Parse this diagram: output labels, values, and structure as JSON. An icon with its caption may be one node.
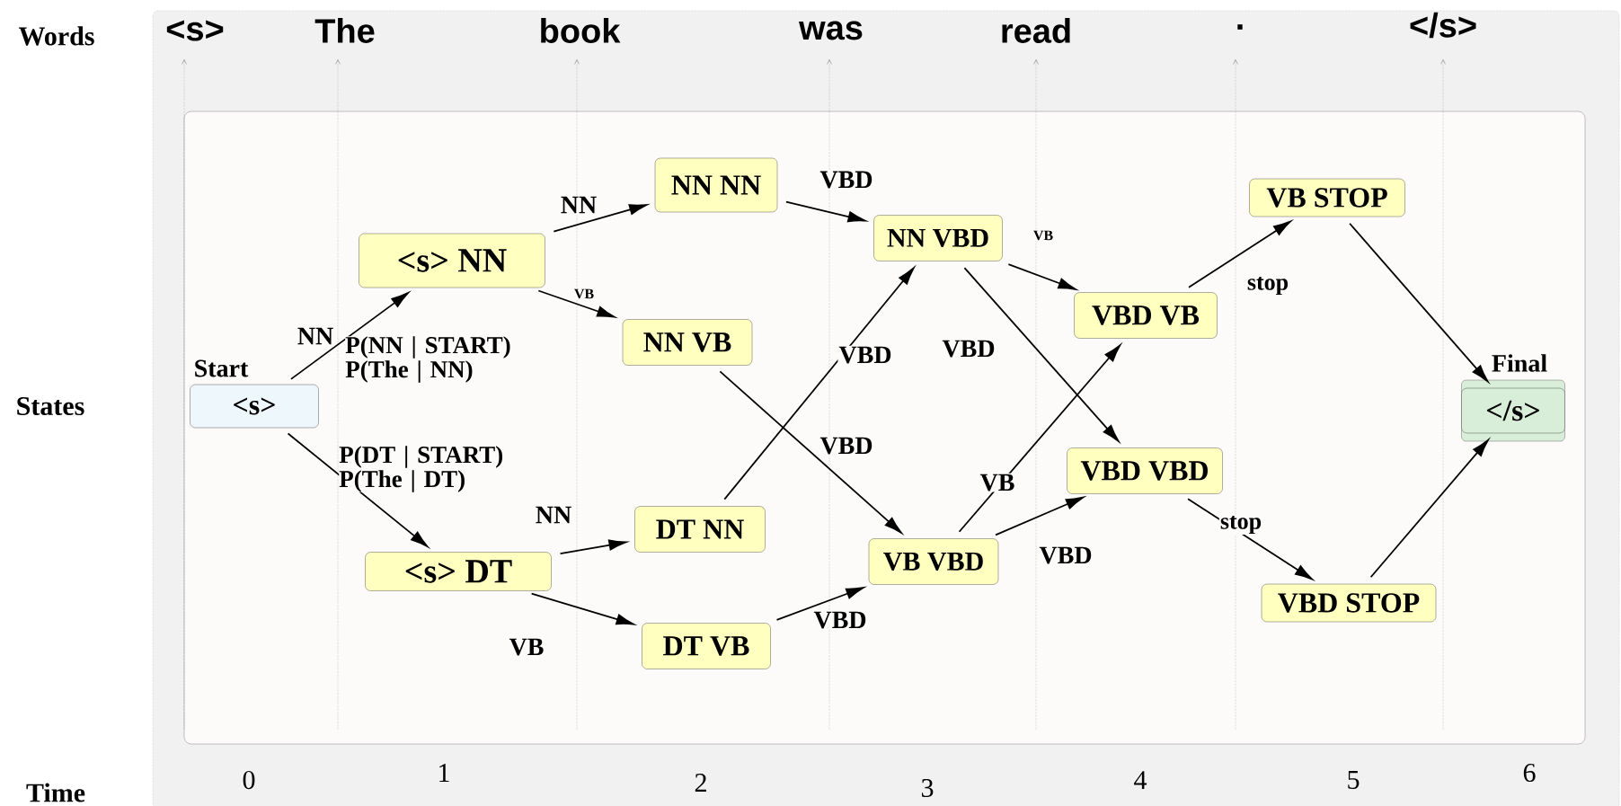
{
  "diagram": {
    "nodes": [
      {
        "text": [
          "<s>"
        ],
        "beside": [
          "Start"
        ]
      },
      {
        "text": [
          "<s> NN"
        ]
      },
      {
        "text": [
          "<s> DT"
        ]
      },
      {
        "text": [
          "NN NN"
        ]
      },
      {
        "text": [
          "NN VB"
        ]
      },
      {
        "text": [
          "DT NN"
        ]
      },
      {
        "text": [
          "DT VB"
        ]
      },
      {
        "text": [
          "NN VBD"
        ]
      },
      {
        "text": [
          "VB VBD"
        ]
      },
      {
        "text": [
          "VBD VB"
        ]
      },
      {
        "text": [
          "VBD VBD"
        ]
      },
      {
        "text": [
          "VB STOP"
        ]
      },
      {
        "text": [
          "VBD STOP"
        ]
      },
      {
        "text": [
          "</s>"
        ],
        "beside": [
          "Final"
        ]
      }
    ],
    "edges": [
      {
        "from": 0,
        "to": 1,
        "arrow": "to",
        "label": "NN"
      },
      {
        "from": 0,
        "to": 2,
        "arrow": "to"
      },
      {
        "from": 1,
        "to": 3,
        "arrow": "to",
        "label": "NN"
      },
      {
        "from": 1,
        "to": 4,
        "arrow": "to",
        "label": "VB"
      },
      {
        "from": 2,
        "to": 5,
        "arrow": "to",
        "label": "NN"
      },
      {
        "from": 2,
        "to": 6,
        "arrow": "to",
        "label": "VB"
      },
      {
        "from": 3,
        "to": 7,
        "arrow": "to",
        "label": "VBD"
      },
      {
        "from": 4,
        "to": 8,
        "arrow": "to",
        "label": "VBD"
      },
      {
        "from": 5,
        "to": 7,
        "arrow": "to",
        "label": "VBD"
      },
      {
        "from": 6,
        "to": 8,
        "arrow": "to",
        "label": "VBD"
      },
      {
        "from": 7,
        "to": 9,
        "arrow": "to",
        "label": "VB"
      },
      {
        "from": 7,
        "to": 10,
        "arrow": "to",
        "label": "VBD"
      },
      {
        "from": 8,
        "to": 9,
        "arrow": "to",
        "label": "VB"
      },
      {
        "from": 8,
        "to": 10,
        "arrow": "to",
        "label": "VBD"
      },
      {
        "from": 9,
        "to": 11,
        "arrow": "to",
        "label": "stop"
      },
      {
        "from": 10,
        "to": 12,
        "arrow": "to",
        "label": "stop"
      },
      {
        "from": 11,
        "to": 13,
        "arrow": "to"
      },
      {
        "from": 12,
        "to": 13,
        "arrow": "to"
      }
    ],
    "labels": [
      "Words",
      "<s>",
      "The",
      "book",
      "was",
      "read",
      ".",
      "</s>",
      "States",
      "P(NN | START) P(The | NN)",
      "P(DT | START) P(The | DT)",
      "Time",
      "0",
      "1",
      "2",
      "3",
      "4",
      "5",
      "6"
    ]
  }
}
